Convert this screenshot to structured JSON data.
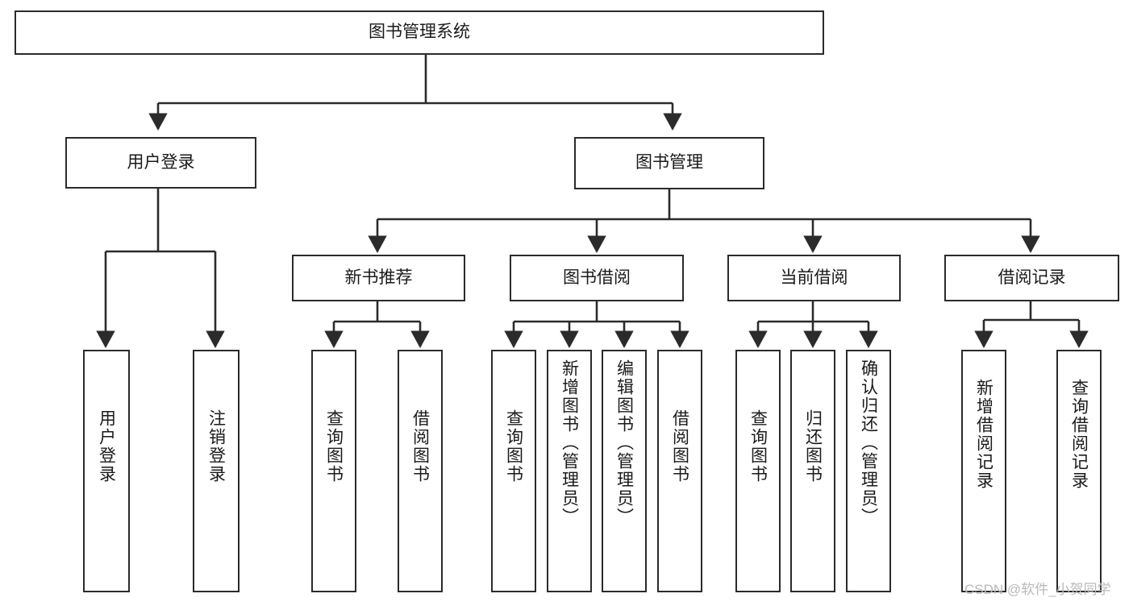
{
  "diagram": {
    "title": "图书管理系统",
    "type": "hierarchy-tree",
    "colors": {
      "box_border": "#2b2b2b",
      "box_fill": "#ffffff",
      "edge": "#2b2b2b",
      "background": "#ffffff",
      "watermark": "#b9b9b9"
    },
    "nodes": {
      "root": "图书管理系统",
      "level2": {
        "user_login": "用户登录",
        "book_manage": "图书管理"
      },
      "level3": {
        "new_book_recommend": "新书推荐",
        "book_borrow": "图书借阅",
        "current_borrow": "当前借阅",
        "borrow_record": "借阅记录"
      },
      "leaves": {
        "user_login_1": "用户登录",
        "user_login_2": "注销登录",
        "recommend_1": "查询图书",
        "recommend_2": "借阅图书",
        "borrow_1": "查询图书",
        "borrow_2": "新增图书（管理员）",
        "borrow_3": "编辑图书（管理员）",
        "borrow_4": "借阅图书",
        "current_1": "查询图书",
        "current_2": "归还图书",
        "current_3": "确认归还（管理员）",
        "record_1": "新增借阅记录",
        "record_2": "查询借阅记录"
      }
    }
  },
  "watermark": {
    "text": "CSDN @软件_小贺同学"
  }
}
